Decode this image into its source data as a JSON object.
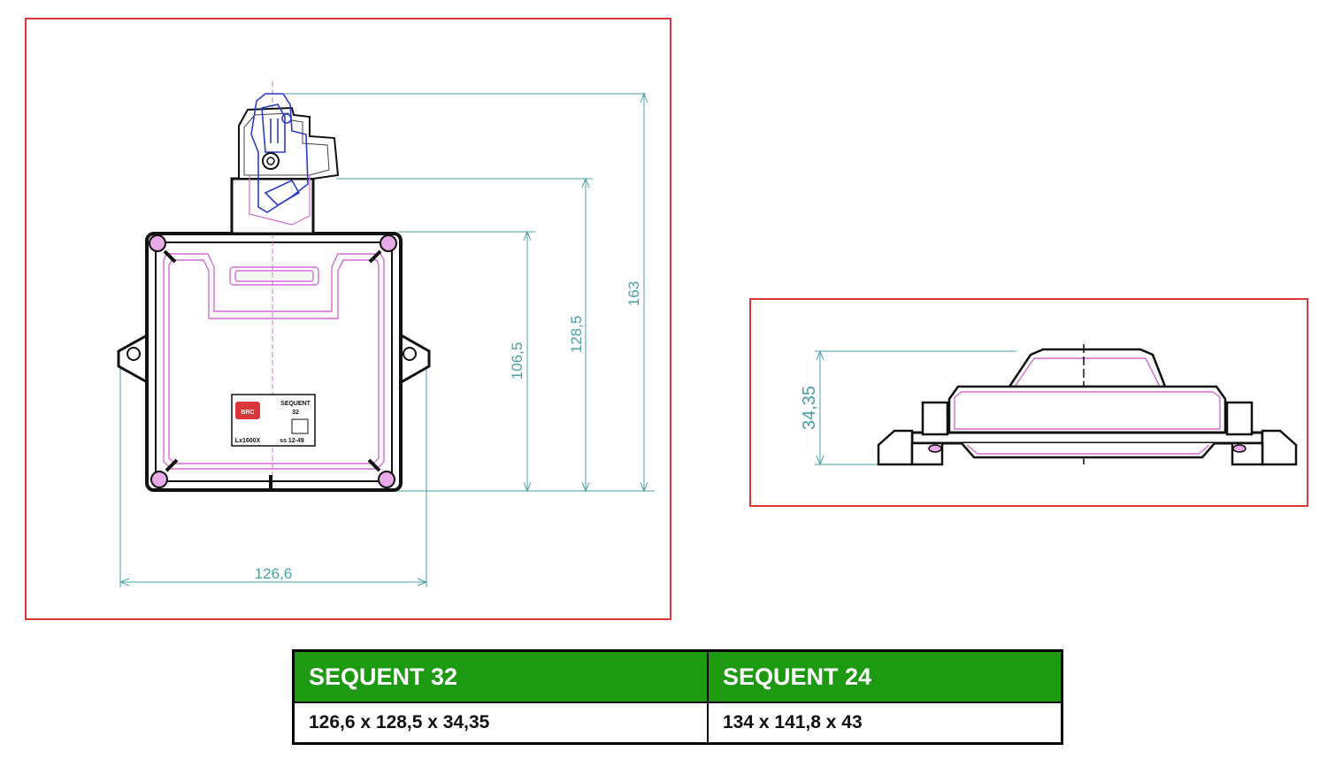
{
  "dimensions": {
    "width": "126,6",
    "height_body": "106,5",
    "height_mid": "128,5",
    "height_total": "163",
    "depth": "34,35"
  },
  "label_plate": {
    "brand": "BRC",
    "line1": "SEQUENT",
    "line2": "32",
    "line3": "Lx1600X",
    "line4": "ss 12-49"
  },
  "spec_table": {
    "headers": [
      "SEQUENT 32",
      "SEQUENT 24"
    ],
    "rows": [
      [
        "126,6 x 128,5 x 34,35",
        "134 x 141,8 x 43"
      ]
    ]
  },
  "colors": {
    "frame_red": "#d9373a",
    "dimension_teal": "#4aa0a8",
    "outline_magenta": "#d36cd3",
    "connector_blue": "#2c3cc9",
    "header_green": "#1e9a12"
  }
}
